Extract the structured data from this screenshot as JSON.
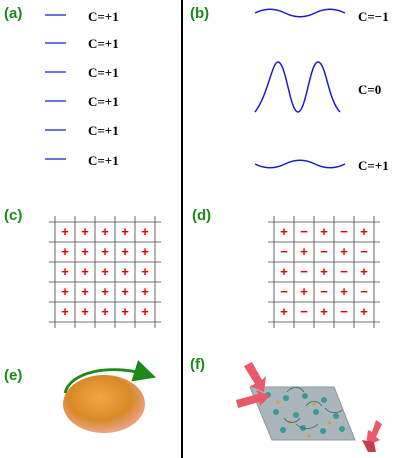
{
  "panels": {
    "a": {
      "label": "(a)",
      "rows": [
        "C=+1",
        "C=+1",
        "C=+1",
        "C=+1",
        "C=+1",
        "C=+1"
      ]
    },
    "b": {
      "label": "(b)",
      "rows": [
        "C=−1",
        "C=0",
        "C=+1"
      ]
    },
    "c": {
      "label": "(c)",
      "signs": [
        [
          "+",
          "+",
          "+",
          "+",
          "+"
        ],
        [
          "+",
          "+",
          "+",
          "+",
          "+"
        ],
        [
          "+",
          "+",
          "+",
          "+",
          "+"
        ],
        [
          "+",
          "+",
          "+",
          "+",
          "+"
        ],
        [
          "+",
          "+",
          "+",
          "+",
          "+"
        ]
      ]
    },
    "d": {
      "label": "(d)",
      "signs": [
        [
          "+",
          "−",
          "+",
          "−",
          "+"
        ],
        [
          "−",
          "+",
          "−",
          "+",
          "−"
        ],
        [
          "+",
          "−",
          "+",
          "−",
          "+"
        ],
        [
          "−",
          "+",
          "−",
          "+",
          "−"
        ],
        [
          "+",
          "−",
          "+",
          "−",
          "+"
        ]
      ]
    },
    "e": {
      "label": "(e)"
    },
    "f": {
      "label": "(f)"
    }
  },
  "colors": {
    "label_green": "#1a8a1a",
    "curve_blue": "#1a1acc",
    "sign_red": "#e00000",
    "arrow_green": "#1a8a1a",
    "arrow_red": "#e85a6a"
  }
}
